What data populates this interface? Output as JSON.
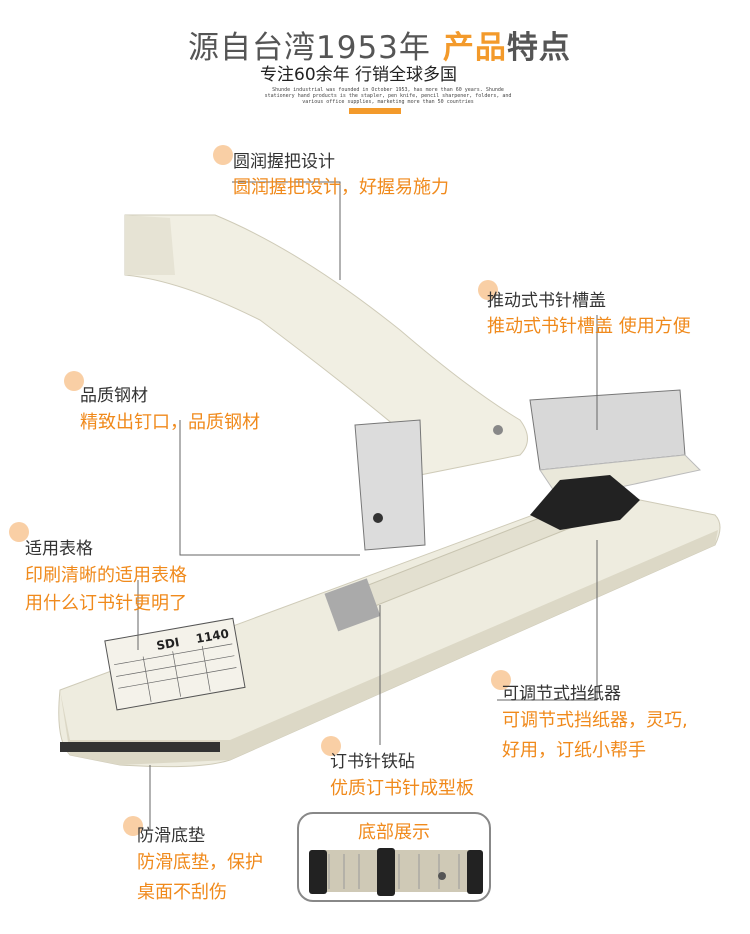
{
  "header": {
    "title_prefix": "源自台湾1953年",
    "title_highlight": "产品",
    "title_suffix": "特点",
    "subtitle": "专注60余年 行销全球多国",
    "english": "Shunde industrial was founded in October 1953, has more than 60 years. Shunde stationery hand products is the stapler, pen knife, pencil sharpener, folders, and various office supplies, marketing more than 50 countries"
  },
  "features": [
    {
      "heading": "圆润握把设计",
      "lines": [
        "圆润握把设计，好握易施力"
      ]
    },
    {
      "heading": "推动式书针槽盖",
      "lines": [
        "推动式书针槽盖 使用方便"
      ]
    },
    {
      "heading": "品质钢材",
      "lines": [
        "精致出钉口，品质钢材"
      ]
    },
    {
      "heading": "适用表格",
      "lines": [
        "印刷清晰的适用表格",
        "用什么订书针更明了"
      ]
    },
    {
      "heading": "可调节式挡纸器",
      "lines": [
        "可调节式挡纸器，灵巧,",
        "好用，订纸小帮手"
      ]
    },
    {
      "heading": "订书针铁砧",
      "lines": [
        "优质订书针成型板"
      ]
    },
    {
      "heading": "防滑底垫",
      "lines": [
        "防滑底垫，保护",
        "桌面不刮伤"
      ]
    }
  ],
  "product_label": {
    "brand": "SDI",
    "model": "1140"
  },
  "bottom_box": {
    "title": "底部展示"
  },
  "colors": {
    "accent": "#f08a1c",
    "dot": "#f9cfa5"
  }
}
